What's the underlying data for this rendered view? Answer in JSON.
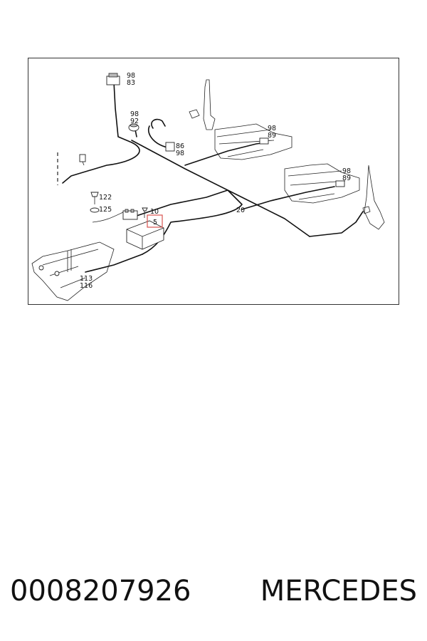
{
  "diagram": {
    "callouts": {
      "c98_83_a": "98",
      "c98_83_b": "83",
      "c98_92_a": "98",
      "c98_92_b": "92",
      "c86_98_a": "86",
      "c86_98_b": "98",
      "c98_89_top_a": "98",
      "c98_89_top_b": "89",
      "c98_89_right_a": "98",
      "c98_89_right_b": "89",
      "c122": "122",
      "c125": "125",
      "c10": "10",
      "c5": "5",
      "c20": "20",
      "c113": "113",
      "c116": "116"
    },
    "highlight_color": "#d9534f"
  },
  "caption": {
    "part_number": "0008207926",
    "brand": "MERCEDES"
  }
}
